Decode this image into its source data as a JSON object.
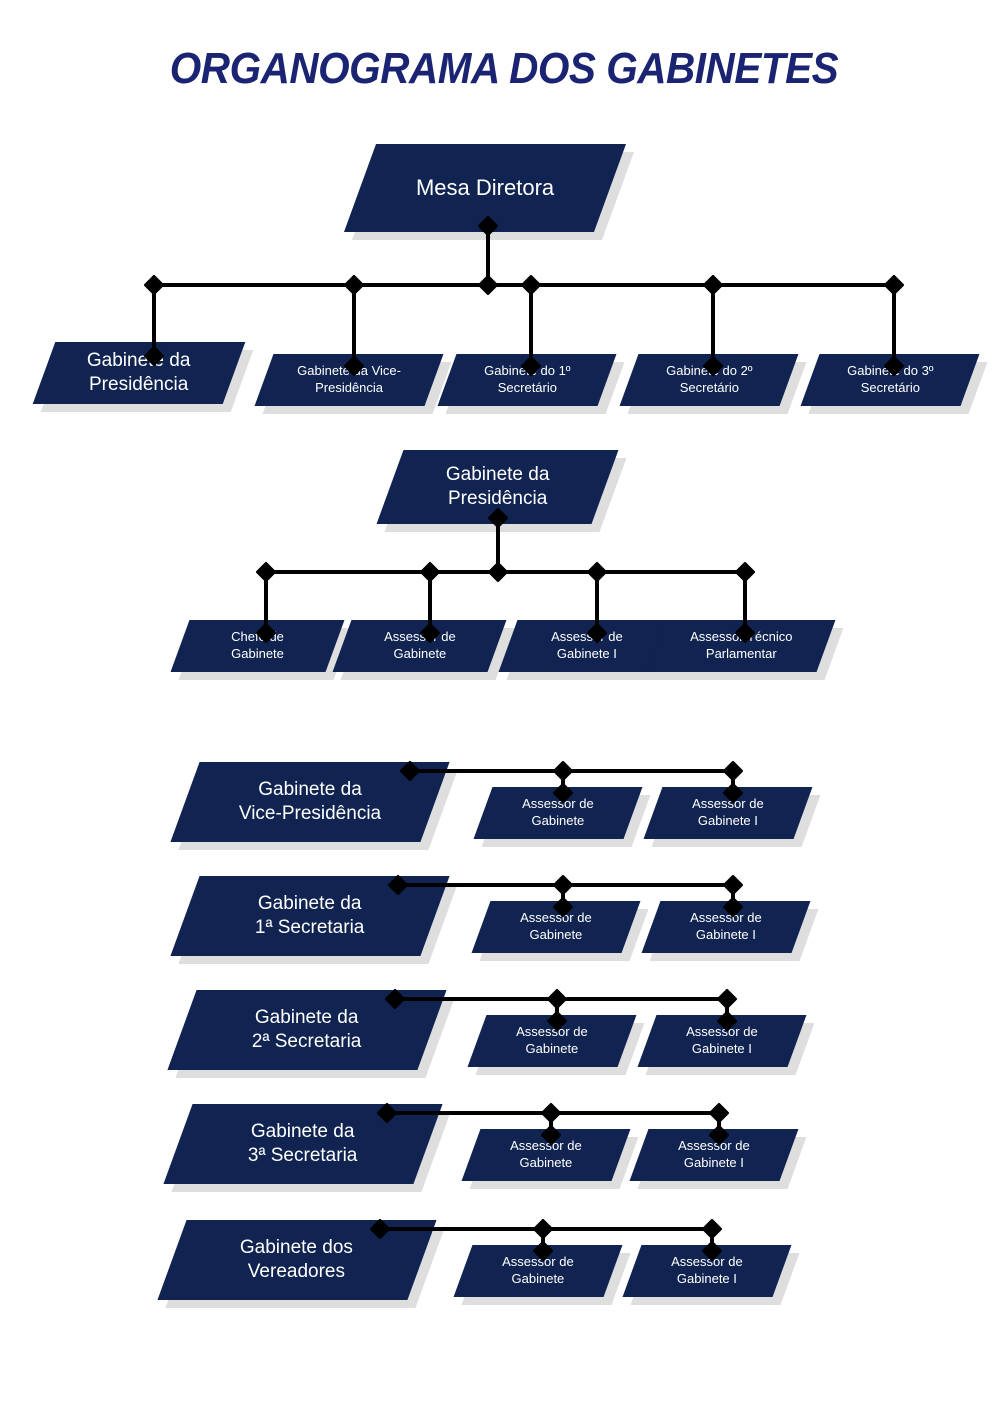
{
  "title": "ORGANOGRAMA DOS GABINETES",
  "colors": {
    "node_fill": "#102351",
    "node_shadow": "#DEDEDE",
    "connector": "#000000",
    "title_color": "#1B2472",
    "node_text": "#FFFFFF",
    "background": "#FFFFFF"
  },
  "chart_data": {
    "type": "diagram",
    "subtype": "organizational-chart",
    "title": "ORGANOGRAMA DOS GABINETES",
    "node_shape": "parallelogram",
    "sections": [
      {
        "id": "mesa-diretora",
        "layout": "vertical-tree",
        "root": "Mesa Diretora",
        "children": [
          "Gabinete da Presidência",
          "Gabinete da Vice-Presidência",
          "Gabinete do 1º Secretário",
          "Gabinete do 2º Secretário",
          "Gabinete do 3º Secretário"
        ]
      },
      {
        "id": "gabinete-presidencia",
        "layout": "vertical-tree",
        "root": "Gabinete da Presidência",
        "children": [
          "Chefe de Gabinete",
          "Assessor de Gabinete",
          "Assessor de Gabinete I",
          "Assessor Técnico Parlamentar"
        ]
      },
      {
        "id": "gabinete-vice-presidencia",
        "layout": "horizontal-branch",
        "root": "Gabinete da Vice-Presidência",
        "children": [
          "Assessor de Gabinete",
          "Assessor de Gabinete I"
        ]
      },
      {
        "id": "gabinete-1a-secretaria",
        "layout": "horizontal-branch",
        "root": "Gabinete da 1ª Secretaria",
        "children": [
          "Assessor de Gabinete",
          "Assessor de Gabinete I"
        ]
      },
      {
        "id": "gabinete-2a-secretaria",
        "layout": "horizontal-branch",
        "root": "Gabinete da 2ª Secretaria",
        "children": [
          "Assessor de Gabinete",
          "Assessor de Gabinete I"
        ]
      },
      {
        "id": "gabinete-3a-secretaria",
        "layout": "horizontal-branch",
        "root": "Gabinete da 3ª Secretaria",
        "children": [
          "Assessor de Gabinete",
          "Assessor de Gabinete I"
        ]
      },
      {
        "id": "gabinete-vereadores",
        "layout": "horizontal-branch",
        "root": "Gabinete dos Vereadores",
        "children": [
          "Assessor de Gabinete",
          "Assessor de Gabinete I"
        ]
      }
    ]
  },
  "tier1": {
    "root": {
      "line1": "Mesa Diretora"
    },
    "children": [
      {
        "line1": "Gabinete da",
        "line2": "Presidência"
      },
      {
        "line1": "Gabinete da Vice-",
        "line2": "Presidência"
      },
      {
        "line1": "Gabinete do 1º",
        "line2": "Secretário"
      },
      {
        "line1": "Gabinete do 2º",
        "line2": "Secretário"
      },
      {
        "line1": "Gabinete do 3º",
        "line2": "Secretário"
      }
    ]
  },
  "tier2": {
    "root": {
      "line1": "Gabinete da",
      "line2": "Presidência"
    },
    "children": [
      {
        "line1": "Chefe de",
        "line2": "Gabinete"
      },
      {
        "line1": "Assessor de",
        "line2": "Gabinete"
      },
      {
        "line1": "Assessor de",
        "line2": "Gabinete I"
      },
      {
        "line1": "Assessor Técnico",
        "line2": "Parlamentar"
      }
    ]
  },
  "rows": [
    {
      "root": {
        "line1": "Gabinete da",
        "line2": "Vice-Presidência"
      },
      "child1": {
        "line1": "Assessor de",
        "line2": "Gabinete"
      },
      "child2": {
        "line1": "Assessor de",
        "line2": "Gabinete I"
      }
    },
    {
      "root": {
        "line1": "Gabinete da",
        "line2": "1ª Secretaria"
      },
      "child1": {
        "line1": "Assessor de",
        "line2": "Gabinete"
      },
      "child2": {
        "line1": "Assessor de",
        "line2": "Gabinete I"
      }
    },
    {
      "root": {
        "line1": "Gabinete da",
        "line2": "2ª Secretaria"
      },
      "child1": {
        "line1": "Assessor de",
        "line2": "Gabinete"
      },
      "child2": {
        "line1": "Assessor de",
        "line2": "Gabinete I"
      }
    },
    {
      "root": {
        "line1": "Gabinete da",
        "line2": "3ª Secretaria"
      },
      "child1": {
        "line1": "Assessor de",
        "line2": "Gabinete"
      },
      "child2": {
        "line1": "Assessor de",
        "line2": "Gabinete I"
      }
    },
    {
      "root": {
        "line1": "Gabinete dos",
        "line2": "Vereadores"
      },
      "child1": {
        "line1": "Assessor de",
        "line2": "Gabinete"
      },
      "child2": {
        "line1": "Assessor de",
        "line2": "Gabinete I"
      }
    }
  ]
}
